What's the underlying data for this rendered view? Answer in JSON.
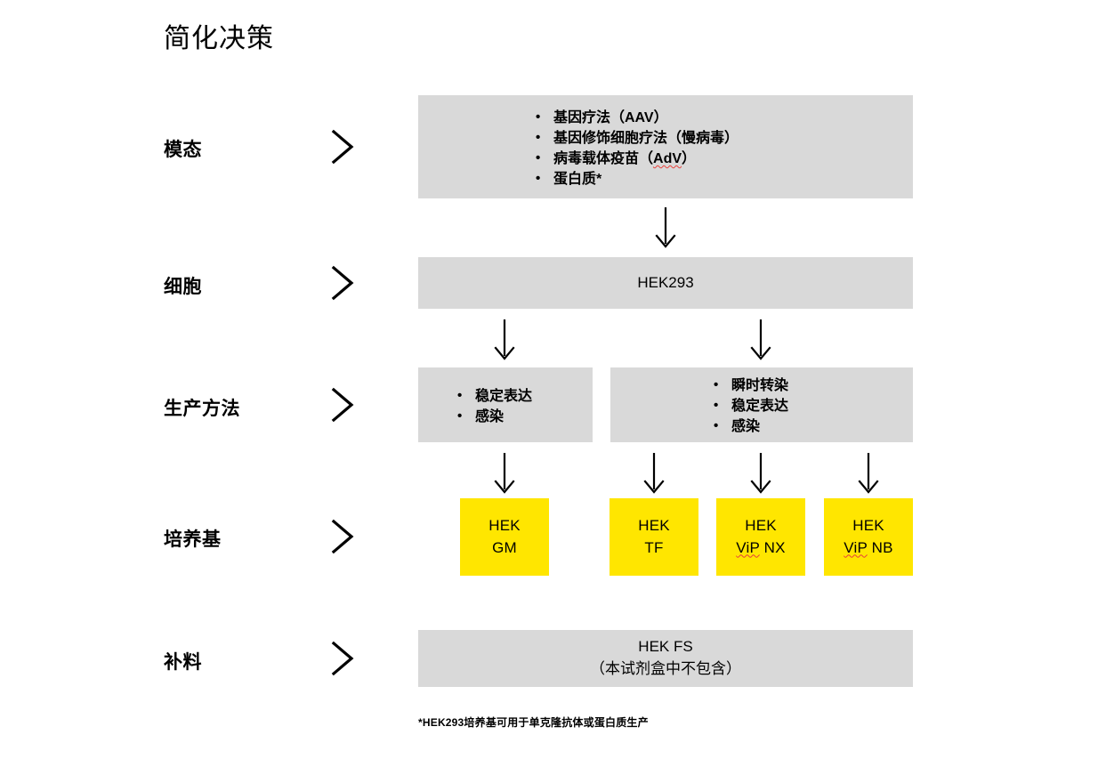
{
  "title": "简化决策",
  "colors": {
    "box_gray": "#d9d9d9",
    "box_yellow": "#ffe600",
    "text": "#000000",
    "spellcheck_underline": "#e8403a",
    "background": "#ffffff"
  },
  "rows": [
    {
      "label": "模态",
      "chevron": "chevron-right-icon"
    },
    {
      "label": "细胞",
      "chevron": "chevron-right-icon"
    },
    {
      "label": "生产方法",
      "chevron": "chevron-right-icon"
    },
    {
      "label": "培养基",
      "chevron": "chevron-right-icon"
    },
    {
      "label": "补料",
      "chevron": "chevron-right-icon"
    }
  ],
  "modality": {
    "items": [
      "基因疗法（AAV）",
      "基因修饰细胞疗法（慢病毒）",
      "病毒载体疫苗（AdV）",
      "蛋白质*"
    ],
    "item3_prefix": "病毒载体疫苗（",
    "item3_flagged": "AdV",
    "item3_suffix": "）"
  },
  "cells": {
    "label": "HEK293"
  },
  "production": {
    "left": {
      "items": [
        "稳定表达",
        "感染"
      ]
    },
    "right": {
      "items": [
        "瞬时转染",
        "稳定表达",
        "感染"
      ]
    }
  },
  "media": {
    "boxes": [
      {
        "line1": "HEK",
        "line2": "GM",
        "flagged": ""
      },
      {
        "line1": "HEK",
        "line2": "TF",
        "flagged": ""
      },
      {
        "line1": "HEK",
        "line2_flagged": "ViP",
        "line2_rest": " NX"
      },
      {
        "line1": "HEK",
        "line2_flagged": "ViP",
        "line2_rest": " NB"
      }
    ]
  },
  "feed": {
    "line1": "HEK FS",
    "line2": "（本试剂盒中不包含）"
  },
  "footnote": "*HEK293培养基可用于单克隆抗体或蛋白质生产"
}
